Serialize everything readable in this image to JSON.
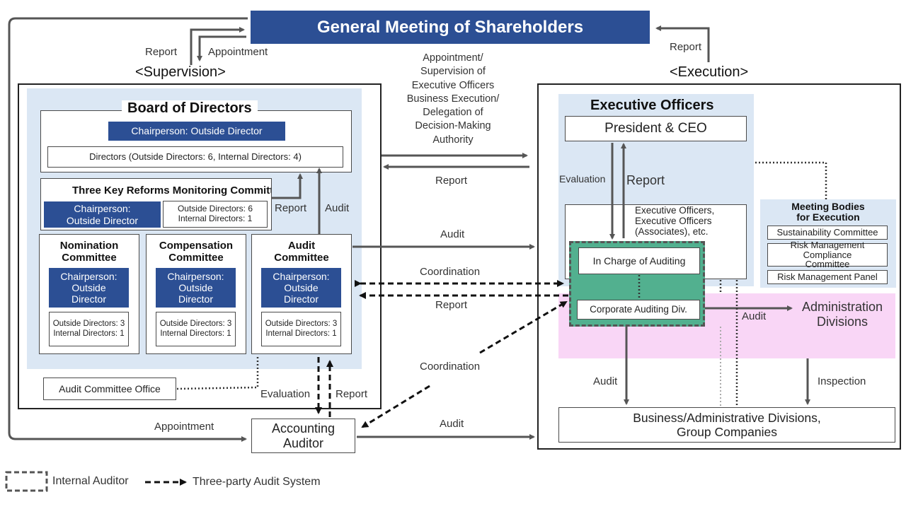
{
  "shareholders": {
    "title": "General Meeting of Shareholders"
  },
  "sections": {
    "supervision": "<Supervision>",
    "execution": "<Execution>"
  },
  "board": {
    "title": "Board of Directors",
    "chair": "Chairperson: Outside Director",
    "directors": "Directors (Outside Directors: 6, Internal Directors: 4)"
  },
  "reforms": {
    "title": "Three Key Reforms Monitoring Committee",
    "chair": [
      "Chairperson:",
      "Outside Director"
    ],
    "members": [
      "Outside Directors: 6",
      "Internal Directors: 1"
    ]
  },
  "committees": [
    {
      "title": [
        "Nomination",
        "Committee"
      ],
      "chair": [
        "Chairperson:",
        "Outside",
        "Director"
      ],
      "members": [
        "Outside Directors: 3",
        "Internal Directors: 1"
      ]
    },
    {
      "title": [
        "Compensation",
        "Committee"
      ],
      "chair": [
        "Chairperson:",
        "Outside",
        "Director"
      ],
      "members": [
        "Outside Directors: 3",
        "Internal Directors: 1"
      ]
    },
    {
      "title": [
        "Audit",
        "Committee"
      ],
      "chair": [
        "Chairperson:",
        "Outside",
        "Director"
      ],
      "members": [
        "Outside Directors: 3",
        "Internal Directors: 1"
      ]
    }
  ],
  "audit_office": "Audit Committee Office",
  "accounting_auditor": [
    "Accounting",
    "Auditor"
  ],
  "exec": {
    "title": "Executive Officers",
    "ceo": "President & CEO",
    "officers": [
      "Executive Officers,",
      "Executive Officers",
      "(Associates), etc."
    ],
    "in_charge": "In Charge of Auditing",
    "corp_audit": "Corporate Auditing Div.",
    "admin": [
      "Administration",
      "Divisions"
    ],
    "business": [
      "Business/Administrative Divisions,",
      "Group Companies"
    ]
  },
  "meeting_bodies": {
    "title": [
      "Meeting Bodies",
      "for Execution"
    ],
    "items": [
      "Sustainability Committee",
      "Risk Management Compliance Committee",
      "Risk Management Panel"
    ]
  },
  "labels": {
    "report": "Report",
    "appointment": "Appointment",
    "audit": "Audit",
    "coordination": "Coordination",
    "evaluation": "Evaluation",
    "inspection": "Inspection",
    "center_text": [
      "Appointment/",
      "Supervision of",
      "Executive Officers",
      "Business Execution/",
      "Delegation of",
      "Decision-Making",
      "Authority"
    ]
  },
  "legend": {
    "internal_auditor": "Internal Auditor",
    "three_party": "Three-party Audit System"
  }
}
